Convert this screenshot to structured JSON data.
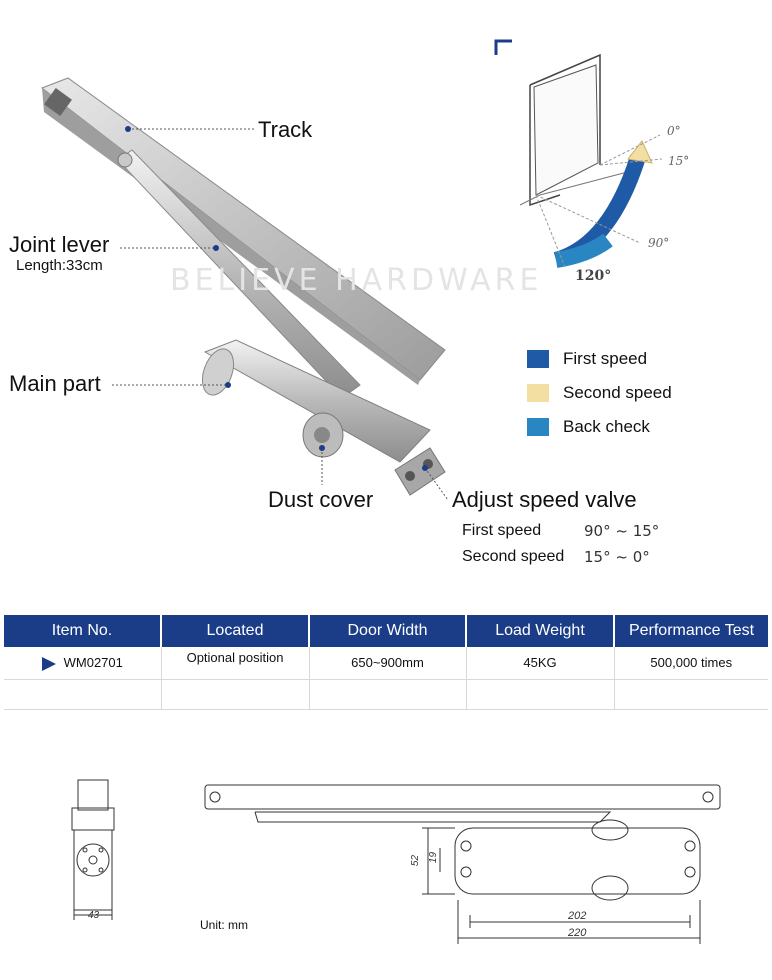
{
  "watermark": "BELIEVE HARDWARE",
  "callouts": {
    "track": "Track",
    "joint_lever": "Joint lever",
    "joint_lever_length": "Length:33cm",
    "main_part": "Main part",
    "dust_cover": "Dust cover",
    "adjust_speed_valve": "Adjust speed valve"
  },
  "speed_adjust": [
    {
      "label": "First speed",
      "range": "90° ~ 15°"
    },
    {
      "label": "Second speed",
      "range": "15° ~ 0°"
    }
  ],
  "door_angles": [
    "0°",
    "15°",
    "90°",
    "120°"
  ],
  "legend": [
    {
      "label": "First speed",
      "color": "#1f5aa6"
    },
    {
      "label": "Second speed",
      "color": "#f3dfa2"
    },
    {
      "label": "Back check",
      "color": "#2a86c2"
    }
  ],
  "table": {
    "headers": [
      "Item No.",
      "Located",
      "Door Width",
      "Load Weight",
      "Performance Test"
    ],
    "rows": [
      [
        "WM02701",
        "Optional position",
        "650~900mm",
        "45KG",
        "500,000 times"
      ]
    ]
  },
  "drawing": {
    "unit": "Unit: mm",
    "dims": [
      "43",
      "52",
      "19",
      "202",
      "220"
    ]
  },
  "colors": {
    "header_bg": "#1b3d88",
    "first_speed": "#1f5aa6",
    "back_check": "#2a86c2",
    "second_speed": "#f3dfa2"
  }
}
